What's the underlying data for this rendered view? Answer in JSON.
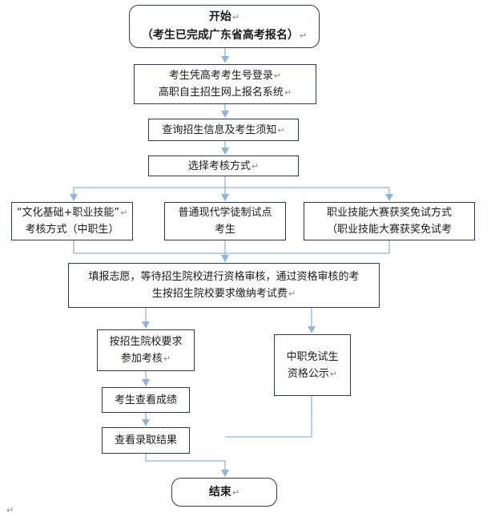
{
  "nodes": {
    "start": {
      "lines": [
        "开始",
        "（考生已完成广东省高考报名）"
      ]
    },
    "login": {
      "lines": [
        "考生凭高考考生号登录",
        "高职自主招生网上报名系统"
      ]
    },
    "query": {
      "lines": [
        "查询招生信息及考生须知"
      ]
    },
    "select": {
      "lines": [
        "选择考核方式"
      ]
    },
    "method1": {
      "lines": [
        "“文化基础+职业技能”",
        "考核方式（中职生）"
      ]
    },
    "method2": {
      "lines": [
        "普通现代学徒制试点",
        "考生"
      ]
    },
    "method3": {
      "lines": [
        "职业技能大赛获奖免试方式",
        "（职业技能大赛获奖免试考"
      ]
    },
    "apply": {
      "lines": [
        "填报志愿，等待招生院校进行资格审核，通过资格审核的考",
        "生按招生院校要求缴纳考试费"
      ]
    },
    "exam": {
      "lines": [
        "按招生院校要求",
        "参加考核"
      ]
    },
    "exempt": {
      "lines": [
        "中职免试生",
        "资格公示"
      ]
    },
    "score": {
      "lines": [
        "考生查看成绩"
      ]
    },
    "result": {
      "lines": [
        "查看录取结果"
      ]
    },
    "end": {
      "lines": [
        "结束"
      ]
    }
  },
  "paragraph_mark": "↵",
  "colors": {
    "box_border": "#2e3a4d",
    "arrow": "#8fb4de",
    "text": "#1a1a1a",
    "mark": "#8a8a8a"
  }
}
